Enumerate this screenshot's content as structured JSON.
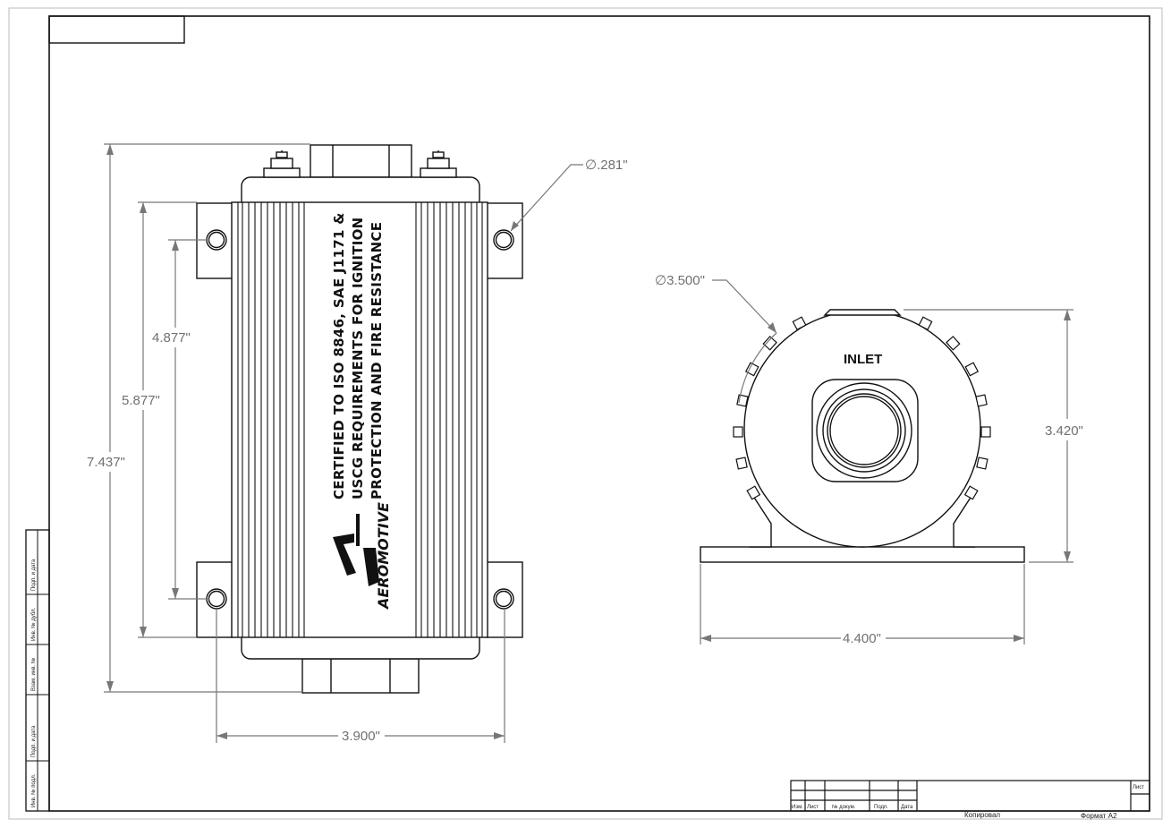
{
  "front_view": {
    "dimensions": {
      "overall_height": "7.437\"",
      "mount_spacing_outer": "5.877\"",
      "mount_spacing_inner": "4.877\"",
      "hole_diameter": "∅.281\"",
      "width_between_holes": "3.900\""
    },
    "certification_lines": [
      "CERTIFIED TO ISO 8846, SAE J1171 &",
      "USCG REQUIREMENTS FOR IGNITION",
      "PROTECTION AND FIRE RESISTANCE"
    ],
    "logo_text": "AEROMOTIVE"
  },
  "side_view": {
    "label": "INLET",
    "dimensions": {
      "body_diameter": "∅3.500\"",
      "height": "3.420\"",
      "base_width": "4.400\""
    }
  },
  "side_stamp_labels": [
    "Подп. и дата",
    "Инв. № дубл.",
    "Взам. инв. №",
    "Подп. и дата",
    "Инв. № подл."
  ],
  "title_block": {
    "col_labels": [
      "Изм.",
      "Лист",
      "№ докум.",
      "Подп.",
      "Дата"
    ],
    "sheet_label": "Лист",
    "copied_label": "Копировал",
    "format_label": "Формат A2"
  },
  "colors": {
    "line": "#111111",
    "dimension": "#707070",
    "paper": "#ffffff"
  }
}
